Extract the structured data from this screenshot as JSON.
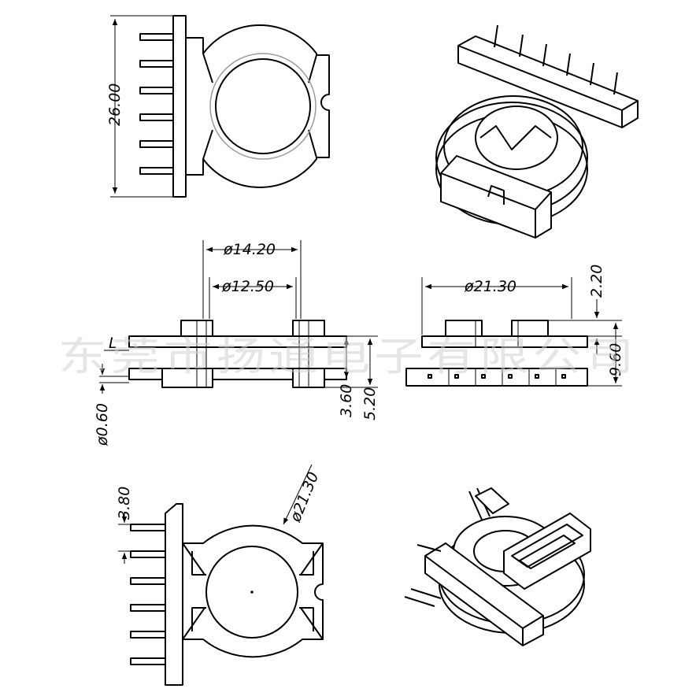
{
  "watermark": "东莞市扬通电子有限公司",
  "dimensions": {
    "height_top": "26.00",
    "dia_outer_side": "ø14.20",
    "dia_inner_side": "ø12.50",
    "L_label": "L",
    "pin_dia": "ø0.60",
    "h_3_60": "3.60",
    "h_5_20": "5.20",
    "dia_flange": "ø21.30",
    "h_2_20": "2.20",
    "h_9_60": "9.60",
    "dia_bottom": "ø21.30",
    "pitch_3_80": "3.80"
  }
}
